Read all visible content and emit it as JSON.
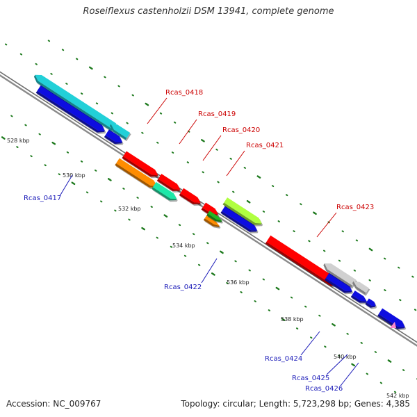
{
  "title": "Roseiflexus castenholzii DSM 13941, complete genome",
  "accession": "Accession: NC_009767",
  "topology_info": "Topology: circular; Length: 5,723,298 bp; Genes: 4,385",
  "kbp_labels": [
    "528 kbp",
    "530 kbp",
    "532 kbp",
    "534 kbp",
    "536 kbp",
    "538 kbp",
    "540 kbp",
    "542 kbp"
  ],
  "genes": [
    {
      "id": "Rcas_0417",
      "color": "#1a1ab8"
    },
    {
      "id": "Rcas_0418",
      "color": "#cc0000"
    },
    {
      "id": "Rcas_0419",
      "color": "#cc0000"
    },
    {
      "id": "Rcas_0420",
      "color": "#cc0000"
    },
    {
      "id": "Rcas_0421",
      "color": "#cc0000"
    },
    {
      "id": "Rcas_0422",
      "color": "#1a1ab8"
    },
    {
      "id": "Rcas_0423",
      "color": "#cc0000"
    },
    {
      "id": "Rcas_0424",
      "color": "#1a1ab8"
    },
    {
      "id": "Rcas_0425",
      "color": "#1a1ab8"
    },
    {
      "id": "Rcas_0426",
      "color": "#1a1ab8"
    }
  ],
  "colors": {
    "backbone": "#8a8a8a",
    "tick": "#1e7a1e",
    "blue": "#1010e0",
    "red": "#ff0000",
    "orange": "#ff8c00",
    "green": "#20b820",
    "teal": "#1ee8a8",
    "cyan": "#20d0d8",
    "lime": "#b0ff40",
    "silver": "#d0d0d0",
    "pink": "#ff88cc"
  }
}
